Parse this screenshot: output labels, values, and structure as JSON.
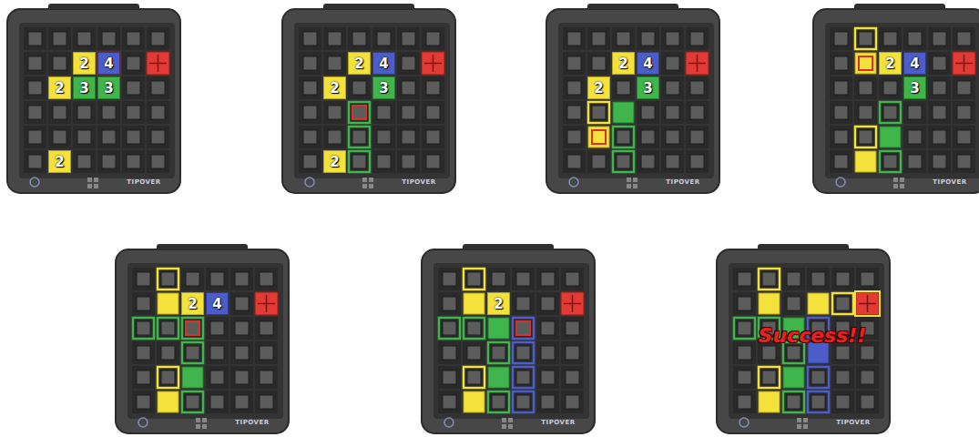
{
  "diagram": {
    "nodes": [
      {
        "text": [
          "2"
        ]
      },
      {
        "text": [
          "4"
        ]
      },
      {
        "text": [
          "2"
        ]
      },
      {
        "text": [
          "3"
        ]
      },
      {
        "text": [
          "3"
        ]
      },
      {
        "text": [
          "2"
        ]
      },
      {
        "text": [
          "2"
        ]
      },
      {
        "text": [
          "4"
        ]
      },
      {
        "text": [
          "2"
        ]
      },
      {
        "text": [
          "3"
        ]
      },
      {
        "text": [
          "2"
        ]
      },
      {
        "text": [
          "2"
        ]
      },
      {
        "text": [
          "4"
        ]
      },
      {
        "text": [
          "2"
        ]
      },
      {
        "text": [
          "3"
        ]
      },
      {
        "text": [
          "2"
        ]
      },
      {
        "text": [
          "4"
        ]
      },
      {
        "text": [
          "3"
        ]
      },
      {
        "text": [
          "2"
        ]
      },
      {
        "text": [
          "4"
        ]
      },
      {
        "text": [
          "2"
        ]
      }
    ],
    "labels": [
      "TIPOVER",
      "TIPOVER",
      "TIPOVER",
      "TIPOVER",
      "TIPOVER",
      "TIPOVER",
      "Success!!",
      "TIPOVER"
    ]
  }
}
